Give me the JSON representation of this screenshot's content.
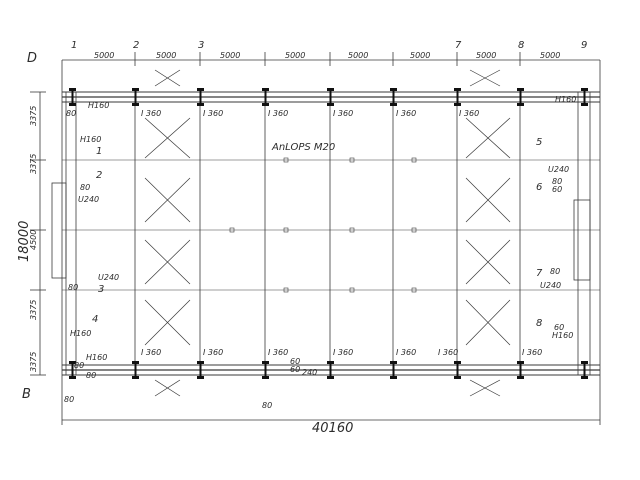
{
  "drawing": {
    "overall_length": "40160",
    "overall_width": "18000",
    "grid_lines": [
      "1",
      "2",
      "3",
      "7",
      "8",
      "9"
    ],
    "axes": [
      "D",
      "B"
    ],
    "bay_spacings": [
      "5000",
      "5000",
      "5000",
      "5000",
      "5000",
      "5000",
      "5000",
      "5000"
    ],
    "side_dims": [
      "3375",
      "3375",
      "4500",
      "3375",
      "3375"
    ],
    "bottom_dim": "80",
    "bolt_note": "AnLOPS M20",
    "column_labels": {
      "top": [
        "I 360",
        "I 360",
        "I 360",
        "I 360",
        "I 360",
        "I 360"
      ],
      "bottom": [
        "I 360",
        "I 360",
        "I 360",
        "I 360",
        "I 360",
        "I 360",
        "I 360"
      ]
    },
    "left_details": [
      "H160",
      "H160",
      "U240",
      "U240",
      "H160",
      "H160"
    ],
    "left_marks": [
      "1",
      "2",
      "3",
      "4"
    ],
    "left_small": [
      "80",
      "80",
      "80",
      "80",
      "80"
    ],
    "right_details": [
      "H160",
      "U240",
      "U240",
      "H160"
    ],
    "right_marks": [
      "5",
      "6",
      "7",
      "8"
    ],
    "right_small": [
      "80",
      "60",
      "80",
      "60"
    ],
    "center_small": [
      "60",
      "60",
      "240",
      "80"
    ]
  }
}
